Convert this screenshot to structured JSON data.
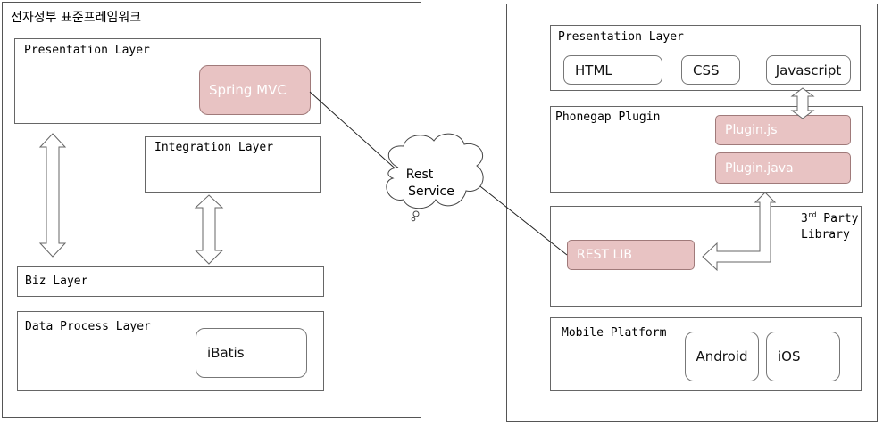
{
  "left": {
    "title": "전자정부 표준프레임워크",
    "presentation_layer": "Presentation Layer",
    "spring_mvc": "Spring MVC",
    "integration_layer": "Integration Layer",
    "biz_layer": "Biz Layer",
    "data_process_layer": "Data Process Layer",
    "ibatis": "iBatis"
  },
  "cloud": {
    "line1": "Rest",
    "line2": "Service"
  },
  "right": {
    "presentation_layer": "Presentation Layer",
    "html": "HTML",
    "css": "CSS",
    "javascript": "Javascript",
    "phonegap_plugin": "Phonegap Plugin",
    "plugin_js": "Plugin.js",
    "plugin_java": "Plugin.java",
    "third_party_num": "3",
    "third_party_sup": "rd",
    "third_party_rest": " Party",
    "library": "Library",
    "rest_lib": "REST LIB",
    "mobile_platform": "Mobile Platform",
    "android": "Android",
    "ios": "iOS"
  },
  "colors": {
    "highlight_fill": "#e8c3c3",
    "border": "#555555"
  }
}
